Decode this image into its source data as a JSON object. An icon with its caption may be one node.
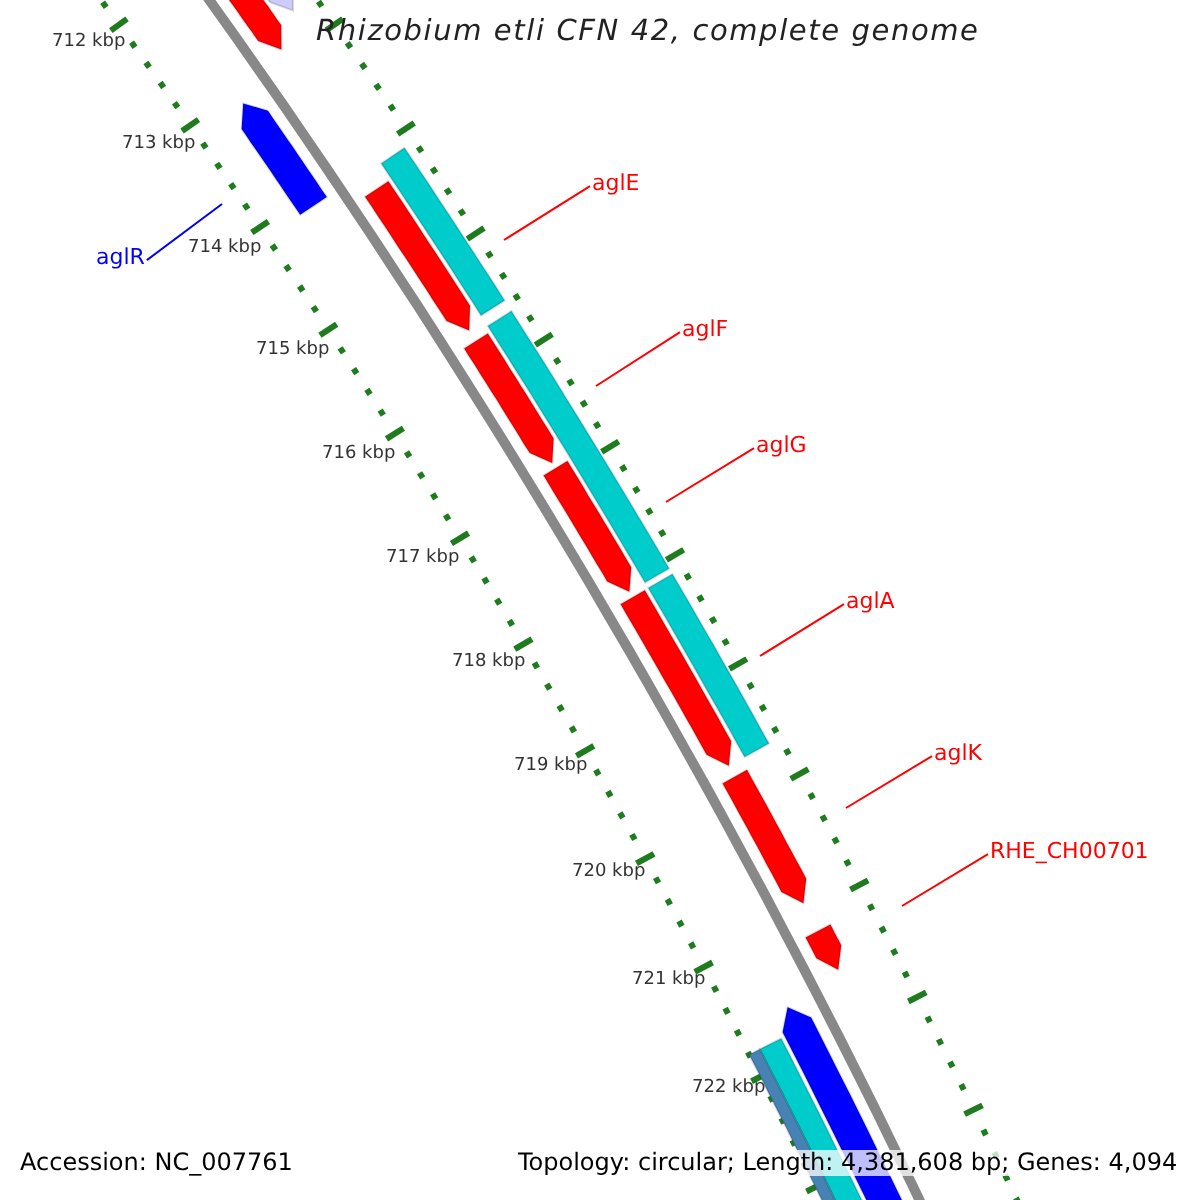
{
  "diagram": {
    "title": "Rhizobium etli CFN 42, complete genome",
    "nodes": [
      {
        "text": [
          "aglE"
        ]
      },
      {
        "text": [
          "aglR"
        ]
      },
      {
        "text": [
          "aglF"
        ]
      },
      {
        "text": [
          "aglG"
        ]
      },
      {
        "text": [
          "aglA"
        ]
      },
      {
        "text": [
          "aglK"
        ]
      },
      {
        "text": [
          "RHE_CH00701"
        ]
      }
    ],
    "edges": [
      {
        "from": 0,
        "to": null,
        "arrow": "none"
      },
      {
        "from": 1,
        "to": null,
        "arrow": "none",
        "color": "#0000ff"
      },
      {
        "from": 2,
        "to": null,
        "arrow": "none"
      },
      {
        "from": 3,
        "to": null,
        "arrow": "none"
      },
      {
        "from": 4,
        "to": null,
        "arrow": "none"
      },
      {
        "from": 5,
        "to": null,
        "arrow": "none"
      },
      {
        "from": 6,
        "to": null,
        "arrow": "none"
      }
    ],
    "labels": [
      "712 kbp",
      "713 kbp",
      "714 kbp",
      "715 kbp",
      "716 kbp",
      "717 kbp",
      "718 kbp",
      "719 kbp",
      "720 kbp",
      "721 kbp",
      "722 kbp",
      "Accession: NC_007761",
      "Topology: circular; Length: 4,381,608 bp; Genes: 4,094"
    ]
  }
}
